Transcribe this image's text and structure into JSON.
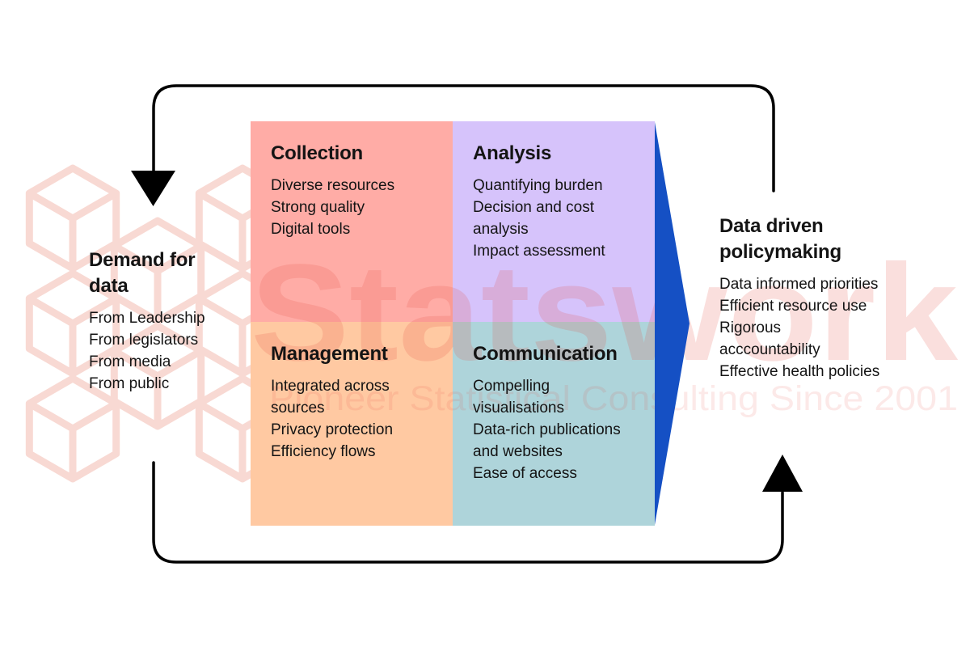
{
  "watermark": {
    "brand": "Statswork",
    "tagline": "Pioneer Statistical Consulting Since 2001"
  },
  "colors": {
    "collection": "#ffaca6",
    "analysis": "#d6c3fb",
    "management": "#ffc9a2",
    "communication": "#aed4da",
    "flow_arrow": "#1550c4",
    "loop": "#000000",
    "watermark": "#e64b41",
    "watermark_pattern": "#f8d9d3",
    "text": "#141414"
  },
  "left_panel": {
    "title": "Demand for data",
    "items": [
      "From Leadership",
      "From legislators",
      "From media",
      "From public"
    ]
  },
  "right_panel": {
    "title": "Data driven policymaking",
    "items": [
      "Data informed priorities",
      "Efficient resource use",
      "Rigorous acccountability",
      "Effective health policies"
    ]
  },
  "quadrants": [
    {
      "title": "Collection",
      "items": [
        "Diverse resources",
        "Strong quality",
        "Digital tools"
      ]
    },
    {
      "title": "Analysis",
      "items": [
        "Quantifying burden",
        "Decision and cost analysis",
        "Impact assessment"
      ]
    },
    {
      "title": "Management",
      "items": [
        "Integrated across sources",
        "Privacy protection",
        "Efficiency flows"
      ]
    },
    {
      "title": "Communication",
      "items": [
        "Compelling visualisations",
        "Data-rich publications and websites",
        "Ease of access"
      ]
    }
  ]
}
